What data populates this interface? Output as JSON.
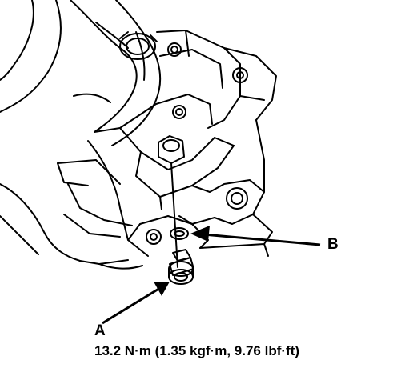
{
  "callouts": {
    "b": "B",
    "a": "A"
  },
  "torque_spec": "13.2 N·m (1.35 kgf·m, 9.76 lbf·ft)",
  "colors": {
    "ink": "#000000",
    "paper": "#ffffff"
  }
}
